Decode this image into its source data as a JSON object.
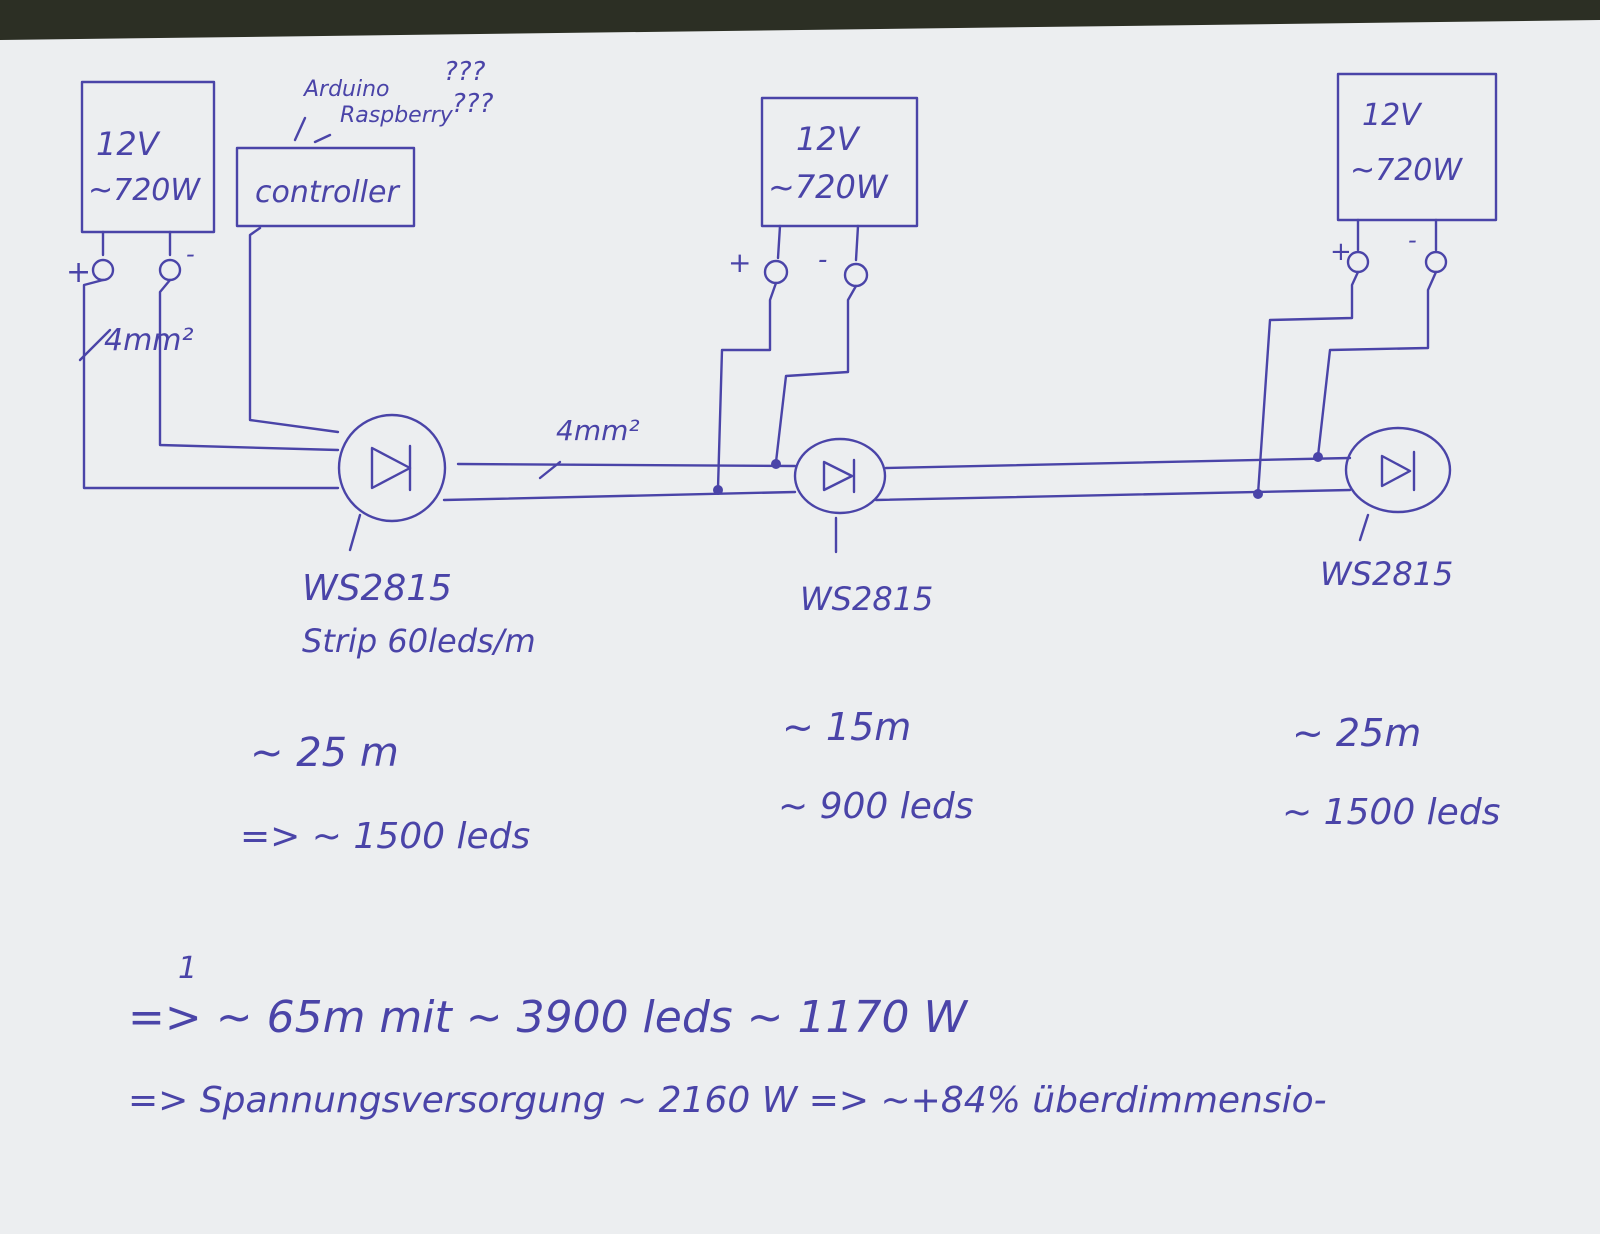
{
  "colors": {
    "ink": "#4a44a8",
    "paper": "#eceef0",
    "background": "#2c2f24"
  },
  "psu": [
    {
      "voltage": "12V",
      "power": "~720W",
      "plus": "+",
      "minus": "-"
    },
    {
      "voltage": "12V",
      "power": "~720W",
      "plus": "+",
      "minus": "-"
    },
    {
      "voltage": "12V",
      "power": "~720W",
      "plus": "+",
      "minus": "-"
    }
  ],
  "controller": {
    "label": "controller",
    "option_1": "Arduino",
    "option_2": "Raspberry",
    "question_1": "???",
    "question_2": "???"
  },
  "wire_labels": {
    "psu_wire": "4mm²",
    "bus_wire": "4mm²"
  },
  "strips": [
    {
      "chip": "WS2815",
      "detail": "Strip 60leds/m",
      "length": "~ 25 m",
      "leds": "=> ~ 1500 leds"
    },
    {
      "chip": "WS2815",
      "detail": "",
      "length": "~ 15m",
      "leds": "~ 900 leds"
    },
    {
      "chip": "WS2815",
      "detail": "",
      "length": "~ 25m",
      "leds": "~ 1500 leds"
    }
  ],
  "summary": {
    "marker": "1",
    "line_1": "=> ~ 65m  mit  ~ 3900 leds  ~ 1170 W",
    "line_2": "=>  Spannungsversorgung ~ 2160 W  =>  ~+84% überdimmensio-"
  }
}
